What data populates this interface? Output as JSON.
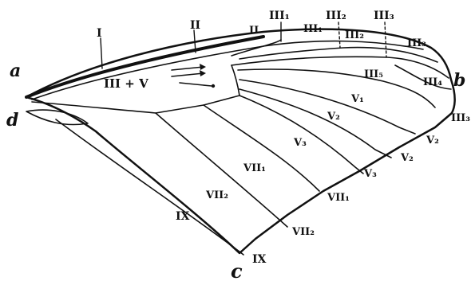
{
  "figure": {
    "corners": {
      "a": "a",
      "b": "b",
      "c": "c",
      "d": "d"
    },
    "labels": {
      "I": "I",
      "II_top": "II",
      "II_mid": "II",
      "III1_top": "III₁",
      "III2_top": "III₂",
      "III3_top": "III₃",
      "III1_mid": "III₁",
      "III2_mid": "III₂",
      "III3_mid": "III₃",
      "III_V": "III + V",
      "III5": "III₅",
      "III4": "III₄",
      "III3_edge": "III₃",
      "V1": "V₁",
      "V2": "V₂",
      "V3": "V₃",
      "V2_edge": "V₂",
      "V2_edge2": "V₂",
      "V3_edge": "V₃",
      "VII1": "VII₁",
      "VII1_edge": "VII₁",
      "VII2": "VII₂",
      "VII2_edge": "VII₂",
      "IX": "IX",
      "IX_edge": "IX"
    }
  }
}
